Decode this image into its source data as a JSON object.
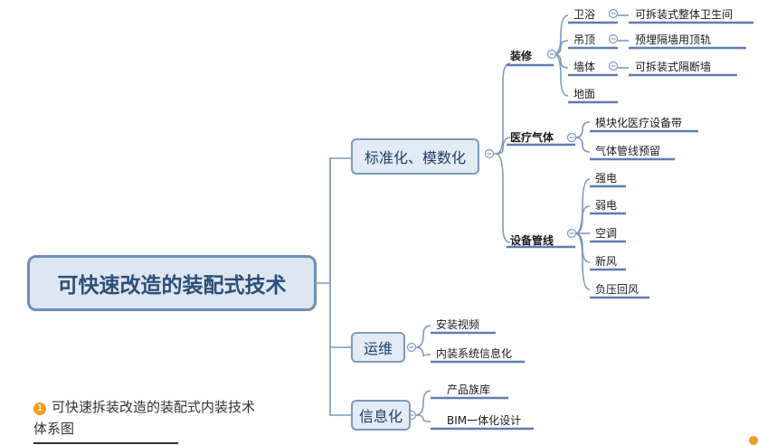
{
  "root": "可快速改造的装配式技术",
  "main": {
    "std": "标准化、模数化",
    "ops": "运维",
    "info": "信息化"
  },
  "std_children": {
    "decor": "装修",
    "gas": "医疗气体",
    "pipe": "设备管线"
  },
  "decor_items": [
    "卫浴",
    "吊顶",
    "墙体",
    "地面"
  ],
  "decor_details": [
    "可拆装式整体卫生间",
    "预埋隔墙用顶轨",
    "可拆装式隔断墙"
  ],
  "gas_items": [
    "模块化医疗设备带",
    "气体管线预留"
  ],
  "pipe_items": [
    "强电",
    "弱电",
    "空调",
    "新风",
    "负压回风"
  ],
  "ops_items": [
    "安装视频",
    "内装系统信息化"
  ],
  "info_items": [
    "产品族库",
    "BIM一体化设计"
  ],
  "caption": {
    "number": "1",
    "text": "可快速拆装改造的装配式内装技术体系图"
  },
  "colors": {
    "line": "#7d99bd",
    "underline": "#5b7fb0",
    "accent": "#f0a020"
  }
}
